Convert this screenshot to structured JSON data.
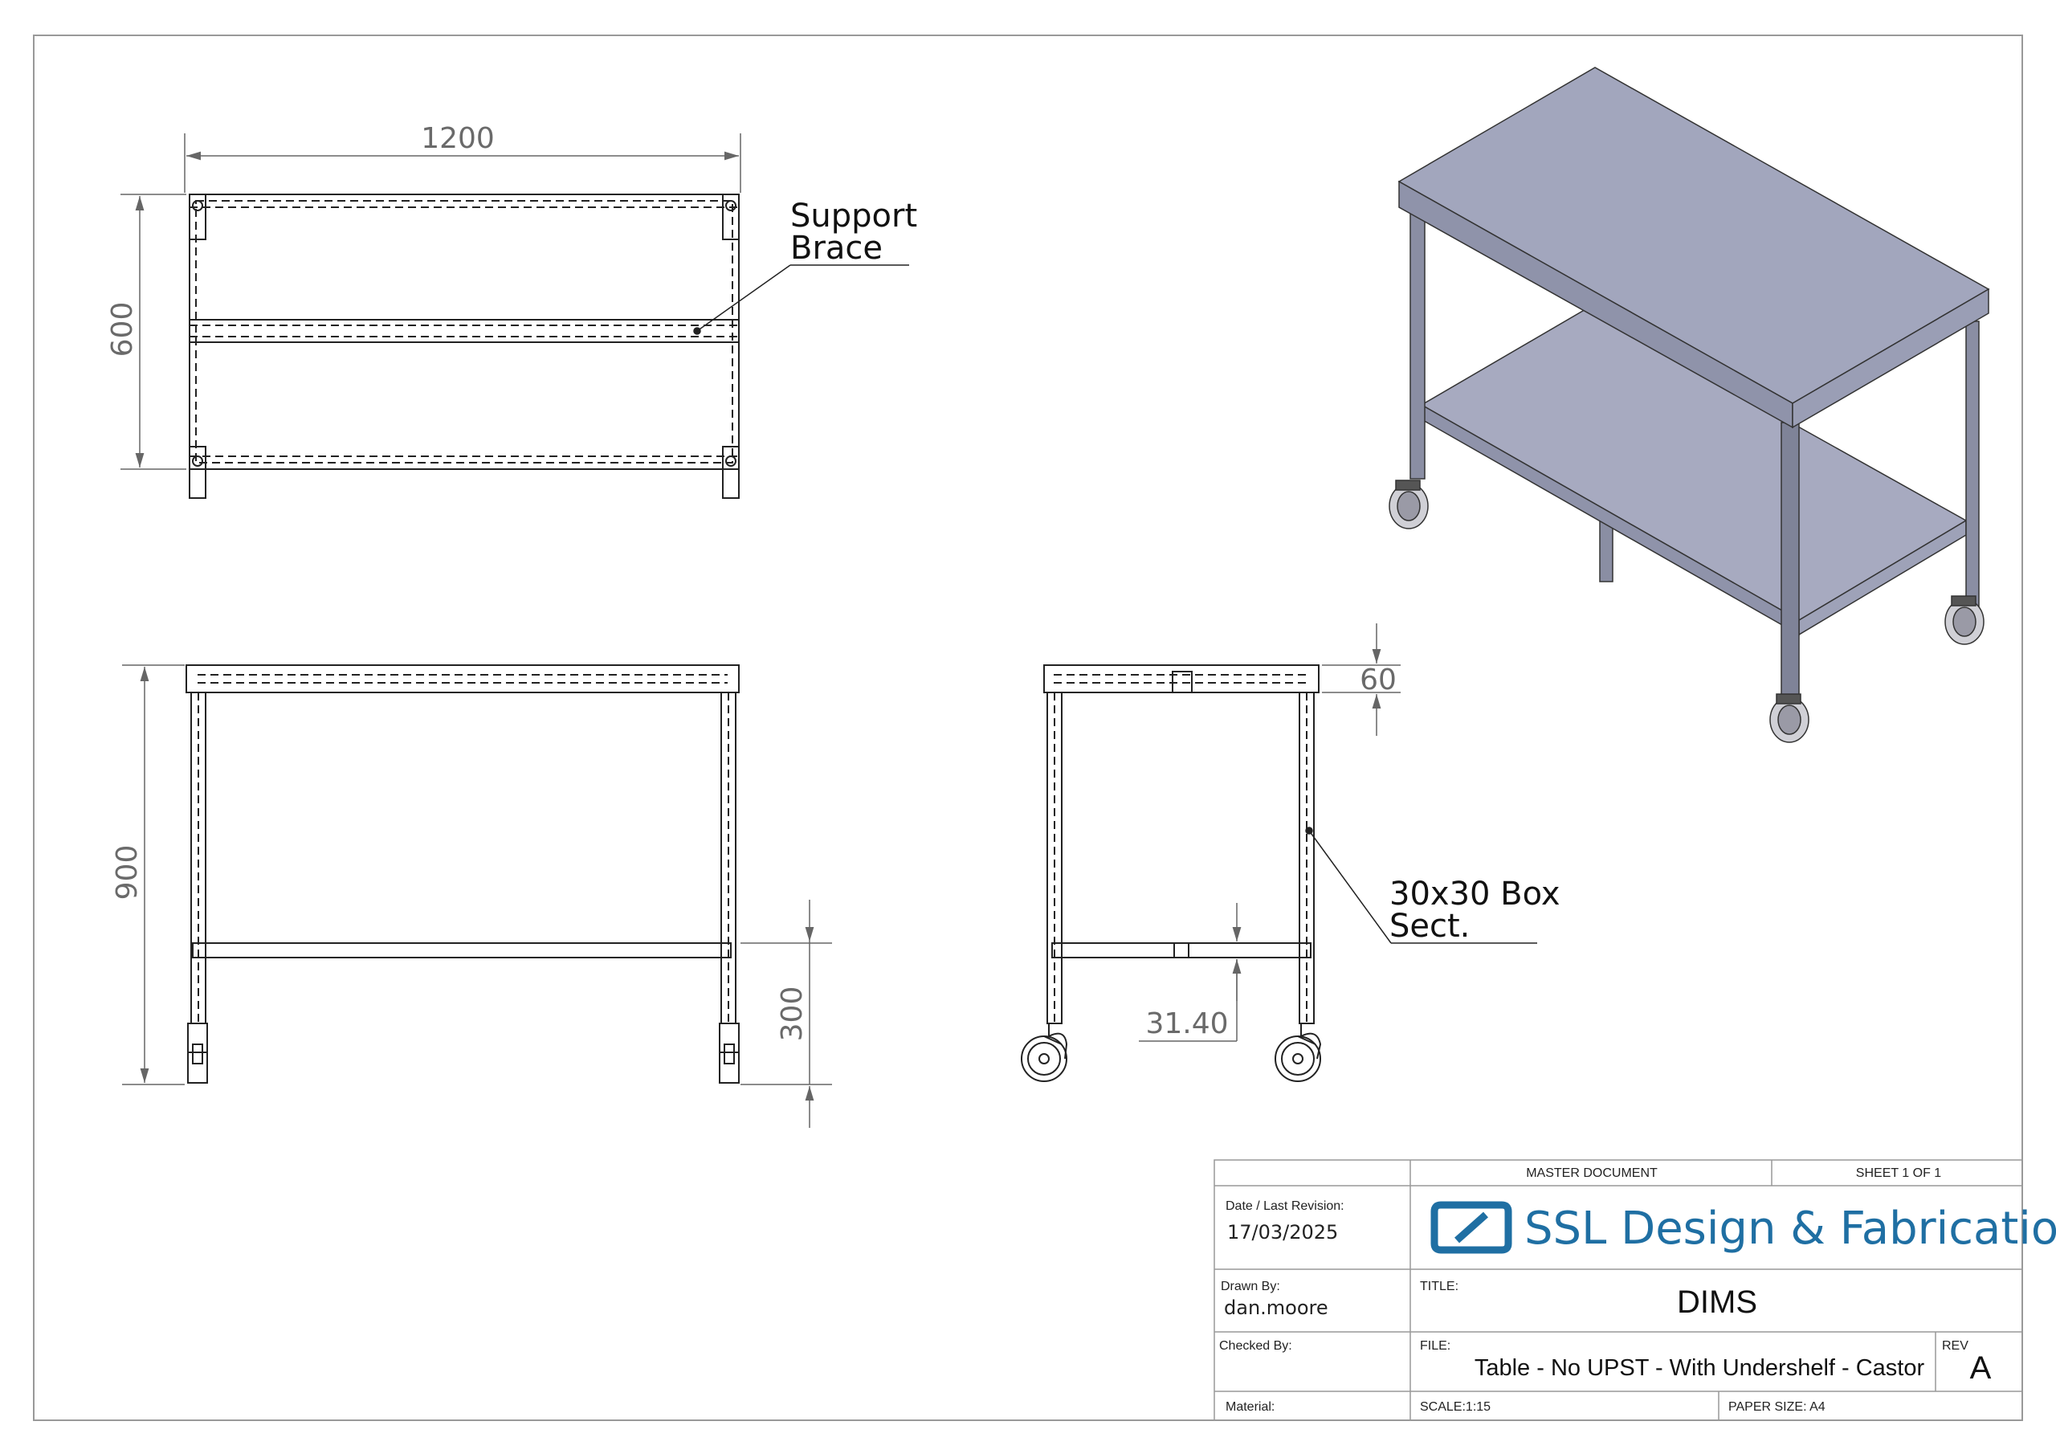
{
  "top_view": {
    "width_dim": "1200",
    "depth_dim": "600",
    "callout_line1": "Support",
    "callout_line2": "Brace"
  },
  "front_view": {
    "height_dim": "900",
    "undershelf_dim": "300"
  },
  "side_view": {
    "top_thickness_dim": "60",
    "shelf_offset_dim": "31.40",
    "callout_line1": "30x30 Box",
    "callout_line2": "Sect."
  },
  "title_block": {
    "master_document": "MASTER DOCUMENT",
    "sheet": "SHEET 1 OF 1",
    "date_label": "Date / Last Revision:",
    "date_value": "17/03/2025",
    "company": "SSL Design & Fabrication",
    "drawn_by_label": "Drawn By:",
    "drawn_by_value": "dan.moore",
    "title_label": "TITLE:",
    "title_value": "DIMS",
    "checked_by_label": "Checked By:",
    "file_label": "FILE:",
    "file_value": "Table - No UPST - With Undershelf - Castor",
    "rev_label": "REV",
    "rev_value": "A",
    "material_label": "Material:",
    "scale": "SCALE:1:15",
    "paper_size": "PAPER SIZE: A4"
  },
  "colors": {
    "brand": "#1f6fa3",
    "table_top": "#a2a6bd",
    "table_edge": "#8f93aa",
    "leg": "#8a8ea3"
  }
}
